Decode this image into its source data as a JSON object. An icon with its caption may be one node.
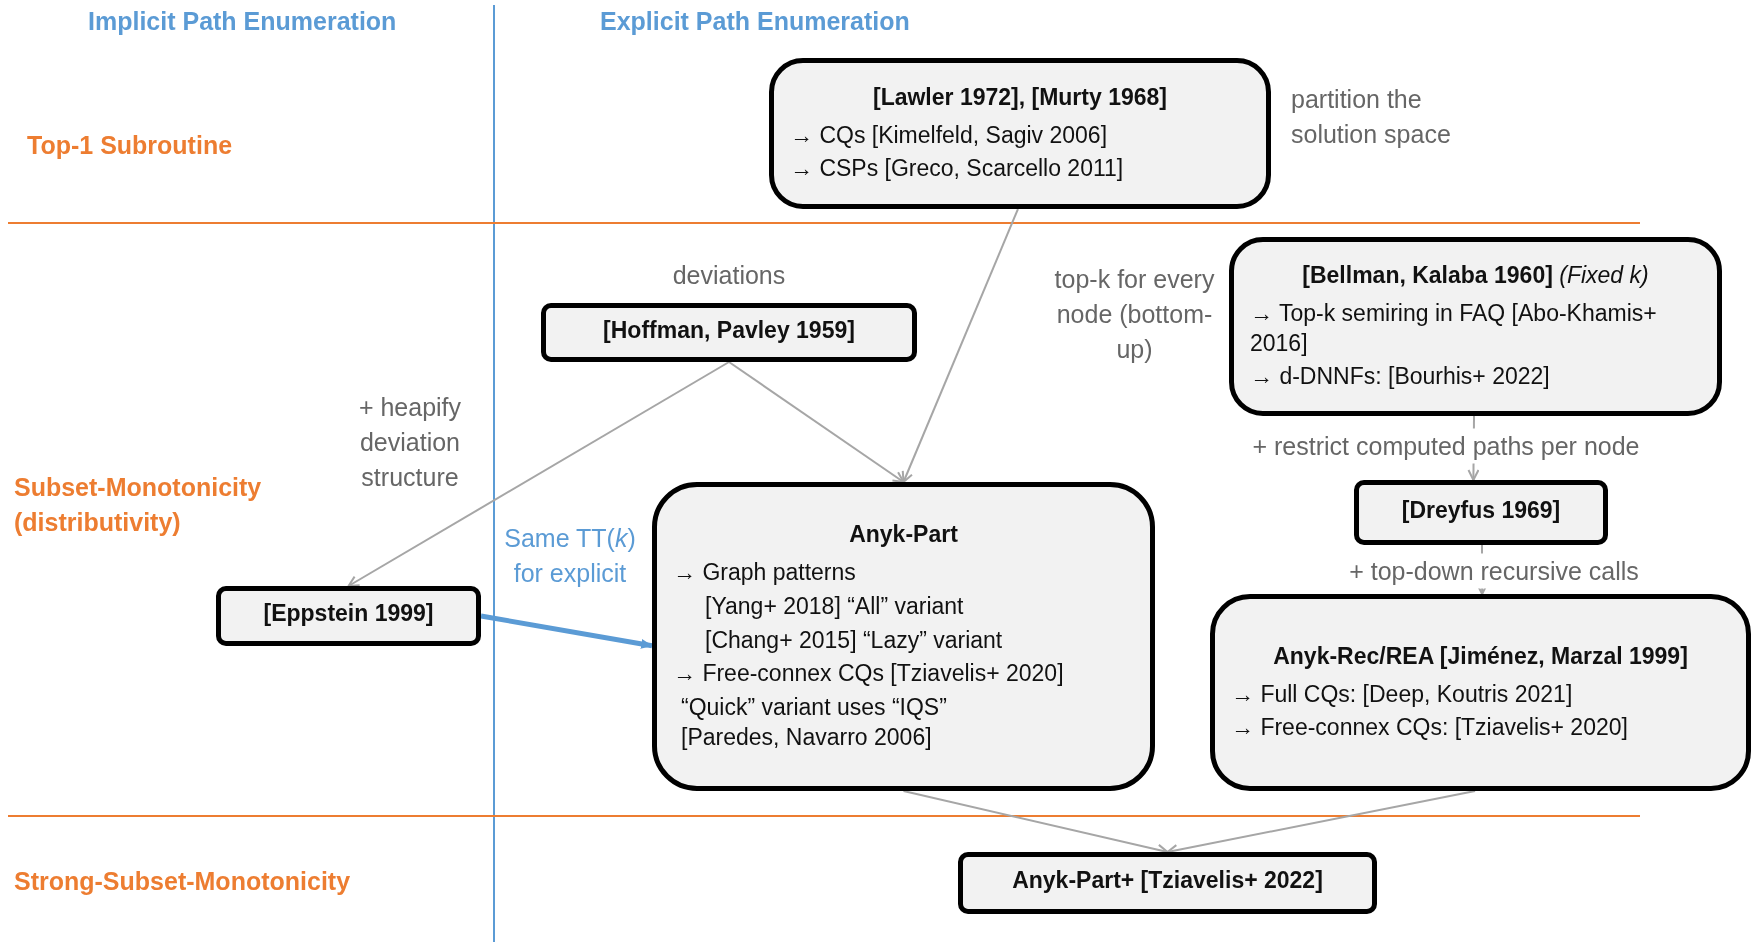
{
  "diagram": {
    "nodes": [
      {
        "text": [
          "[Lawler 1972], [Murty 1968]",
          "→ CQs [Kimelfeld, Sagiv 2006]",
          "→ CSPs [Greco, Scarcello 2011]"
        ],
        "beside": [
          "partition the solution space"
        ]
      },
      {
        "text": [
          "[Hoffman, Pavley 1959]"
        ],
        "beside": [
          "deviations"
        ]
      },
      {
        "text": [
          "**[Bellman, Kalaba 1960]**  *(Fixed k)*",
          "→ Top-k semiring in FAQ [Abo-Khamis+ 2016]",
          "→ d-DNNFs: [Bourhis+ 2022]"
        ],
        "beside": [
          "top-k for every node (bottom-up)"
        ]
      },
      {
        "text": [
          "[Eppstein 1999]"
        ]
      },
      {
        "text": [
          "Anyk-Part",
          "→ Graph patterns",
          "[Yang+ 2018] “All” variant",
          "[Chang+ 2015] “Lazy” variant",
          "→ Free-connex CQs [Tziavelis+ 2020]",
          "“Quick” variant uses “IQS” [Paredes, Navarro 2006]"
        ]
      },
      {
        "text": [
          "[Dreyfus 1969]"
        ]
      },
      {
        "text": [
          "Anyk-Rec/REA [Jiménez, Marzal 1999]",
          "→ Full CQs: [Deep, Koutris 2021]",
          "→ Free-connex CQs: [Tziavelis+ 2020]"
        ]
      },
      {
        "text": [
          "Anyk-Part+ [Tziavelis+ 2022]"
        ]
      }
    ],
    "edges": [
      {
        "from": 0,
        "to": 4,
        "arrow": "to"
      },
      {
        "from": 1,
        "to": 4,
        "arrow": "to"
      },
      {
        "from": 1,
        "to": 3,
        "arrow": "to",
        "label": "+ heapify deviation structure"
      },
      {
        "from": 3,
        "to": 4,
        "arrow": "to",
        "label": "Same TT(*k*) for explicit",
        "style": "thick",
        "color": "#5b9bd5"
      },
      {
        "from": 2,
        "to": 5,
        "arrow": "to",
        "label": "+ restrict computed paths per node"
      },
      {
        "from": 5,
        "to": 6,
        "arrow": "to",
        "label": "+ top-down recursive calls"
      },
      {
        "from": 4,
        "to": 7,
        "arrow": "to"
      },
      {
        "from": 6,
        "to": 7,
        "arrow": "to"
      }
    ],
    "labels": [
      "Implicit Path Enumeration",
      "Explicit Path Enumeration",
      "Top-1 Subroutine",
      "Subset-Monotonicity (distributivity)",
      "Strong-Subset-Monotonicity"
    ]
  }
}
